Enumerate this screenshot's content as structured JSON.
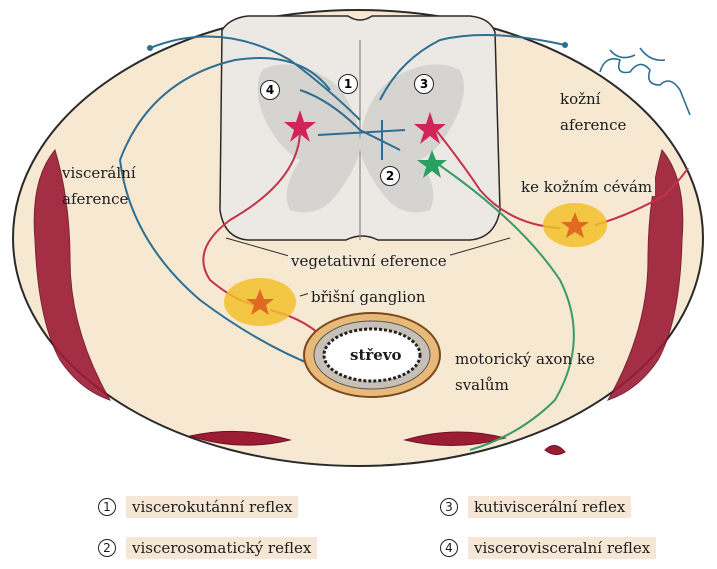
{
  "labels": {
    "visceral_aference": "viscerální aference",
    "kozni_aference": "kožní aference",
    "ke_koznim_cevam": "ke kožním cévám",
    "vegetativni_eference": "vegetativní eference",
    "brisni_ganglion": "břišní ganglion",
    "strevo": "střevo",
    "motoricky_axon": "motorický axon ke svalům"
  },
  "markers": [
    "1",
    "2",
    "3",
    "4"
  ],
  "legend": [
    {
      "num": "1",
      "text": "viscerokutánní reflex"
    },
    {
      "num": "2",
      "text": "viscerosomatický reflex"
    },
    {
      "num": "3",
      "text": "kutiviscerální reflex"
    },
    {
      "num": "4",
      "text": "viscerovisceralní reflex"
    }
  ],
  "colors": {
    "body": "#f7e8d2",
    "spinal_cord": "#ece9e4",
    "grey_matter": "#d6d4d0",
    "afferent": "#2d6e92",
    "efferent_red": "#c4334a",
    "motor_green": "#3a9a6a",
    "ganglion": "#f2c02a",
    "muscle": "#9c1c36"
  }
}
